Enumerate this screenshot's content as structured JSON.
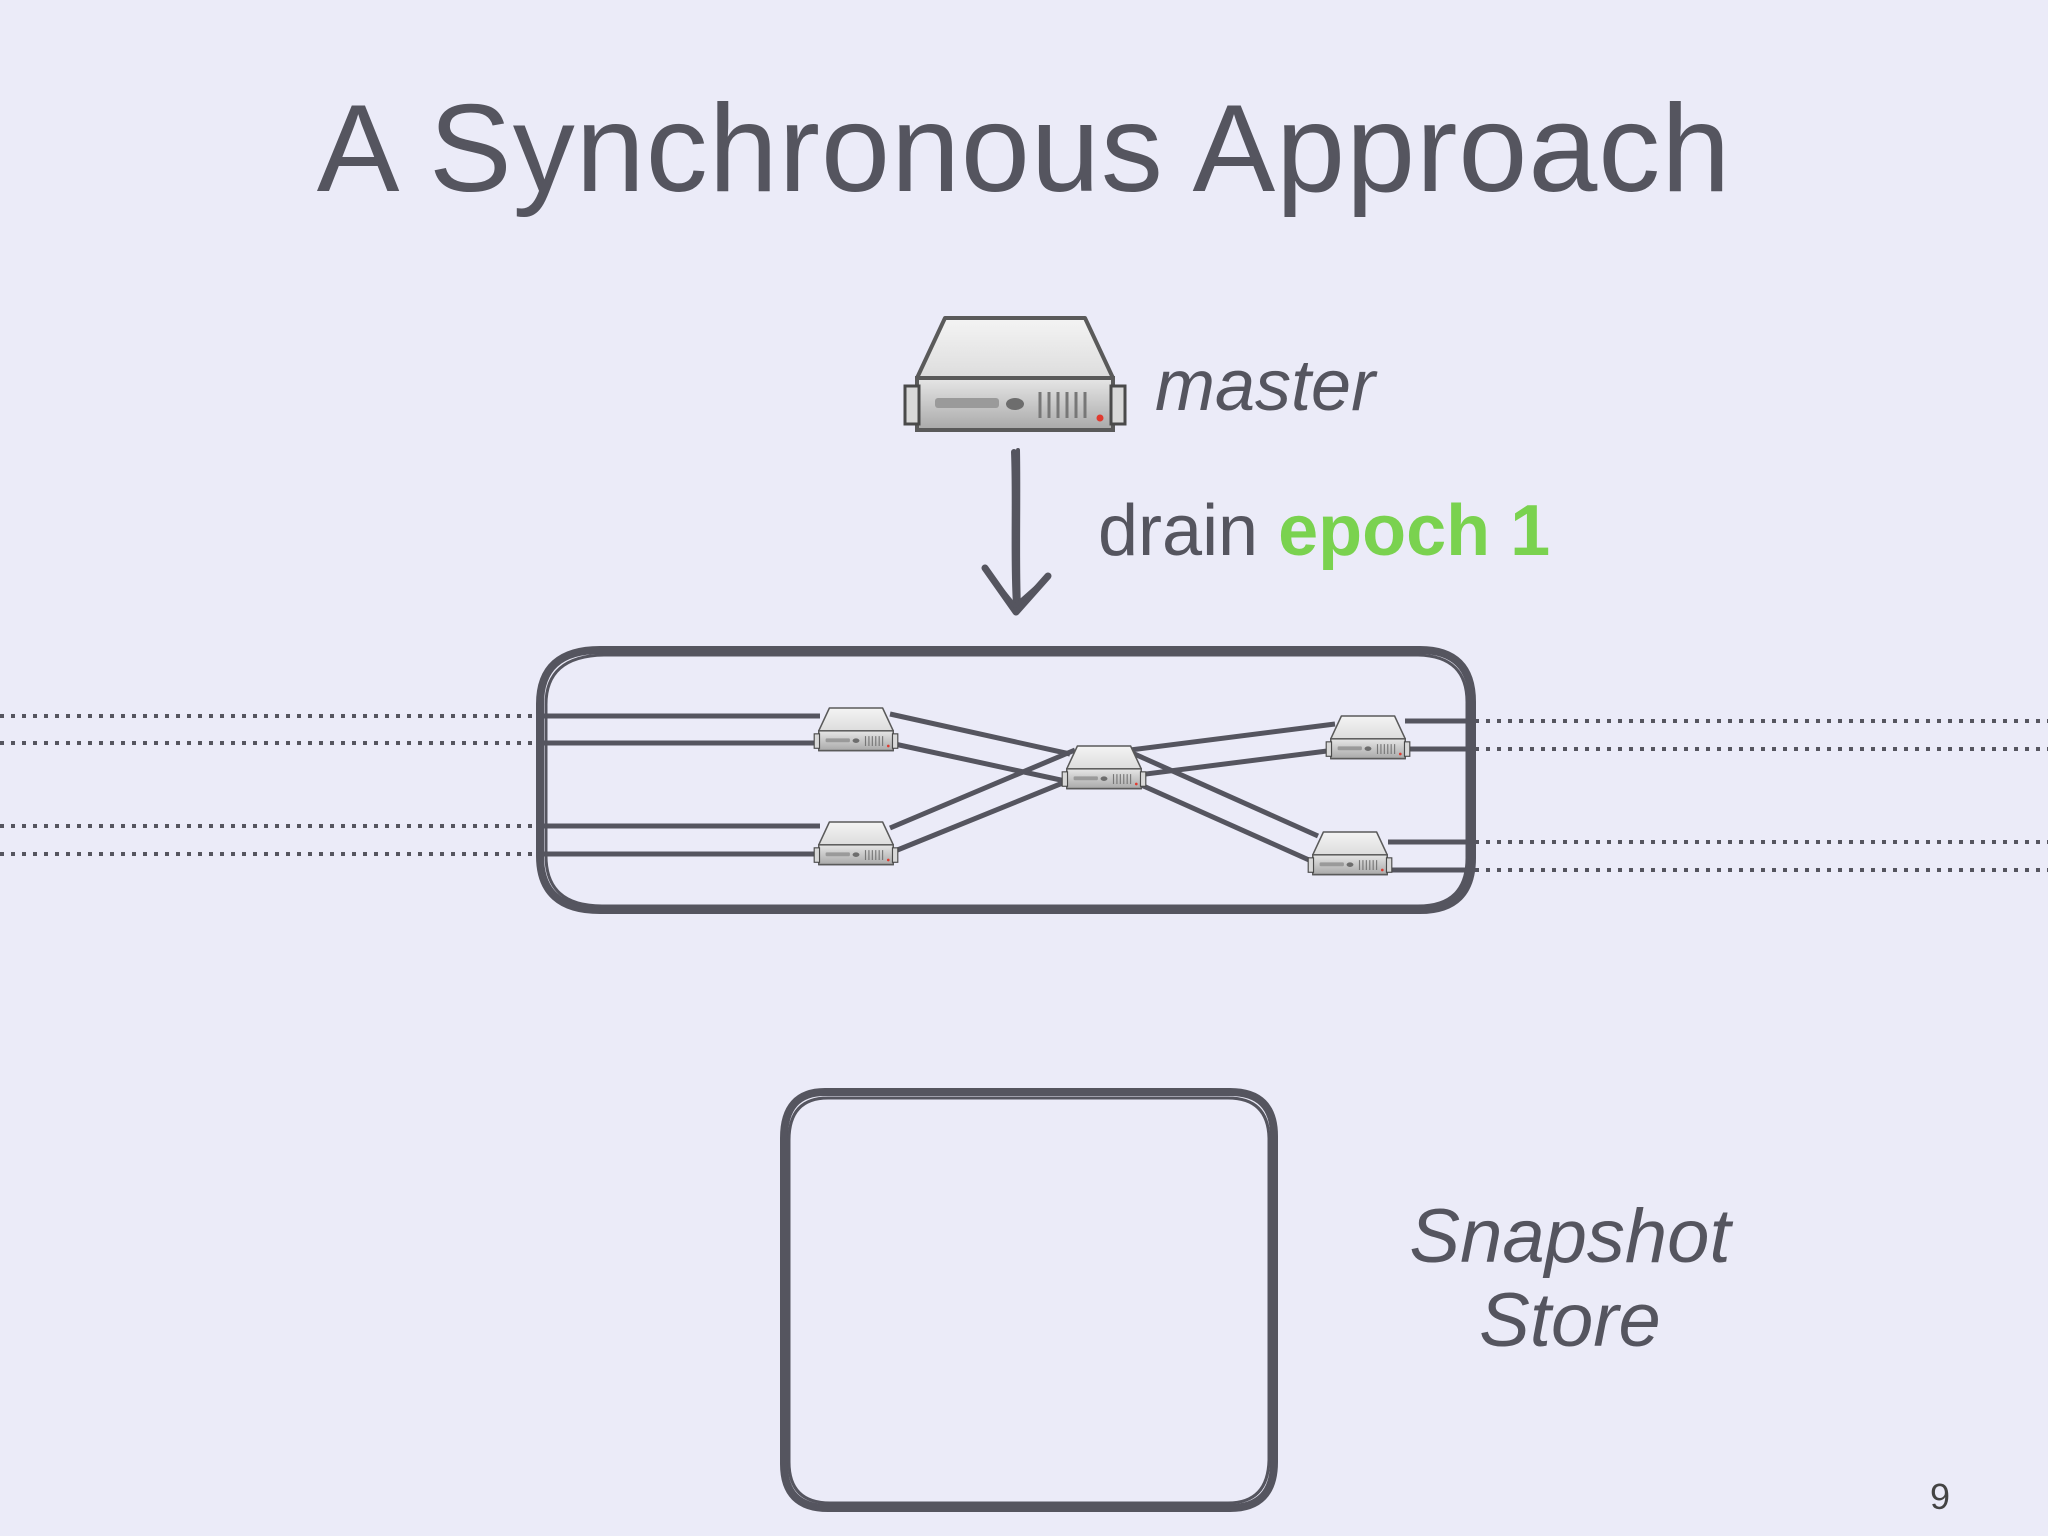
{
  "slide": {
    "title": "A Synchronous Approach",
    "page_number": "9"
  },
  "labels": {
    "master": "master",
    "drain_prefix": "drain",
    "drain_epoch": "epoch 1",
    "store_line1": "Snapshot",
    "store_line2": "Store"
  },
  "colors": {
    "background": "#ebebf8",
    "text": "#55555f",
    "epoch_accent": "#7ad24f",
    "outline": "#55555f"
  },
  "icons": {
    "master": "server-icon",
    "workers": "server-icon"
  }
}
